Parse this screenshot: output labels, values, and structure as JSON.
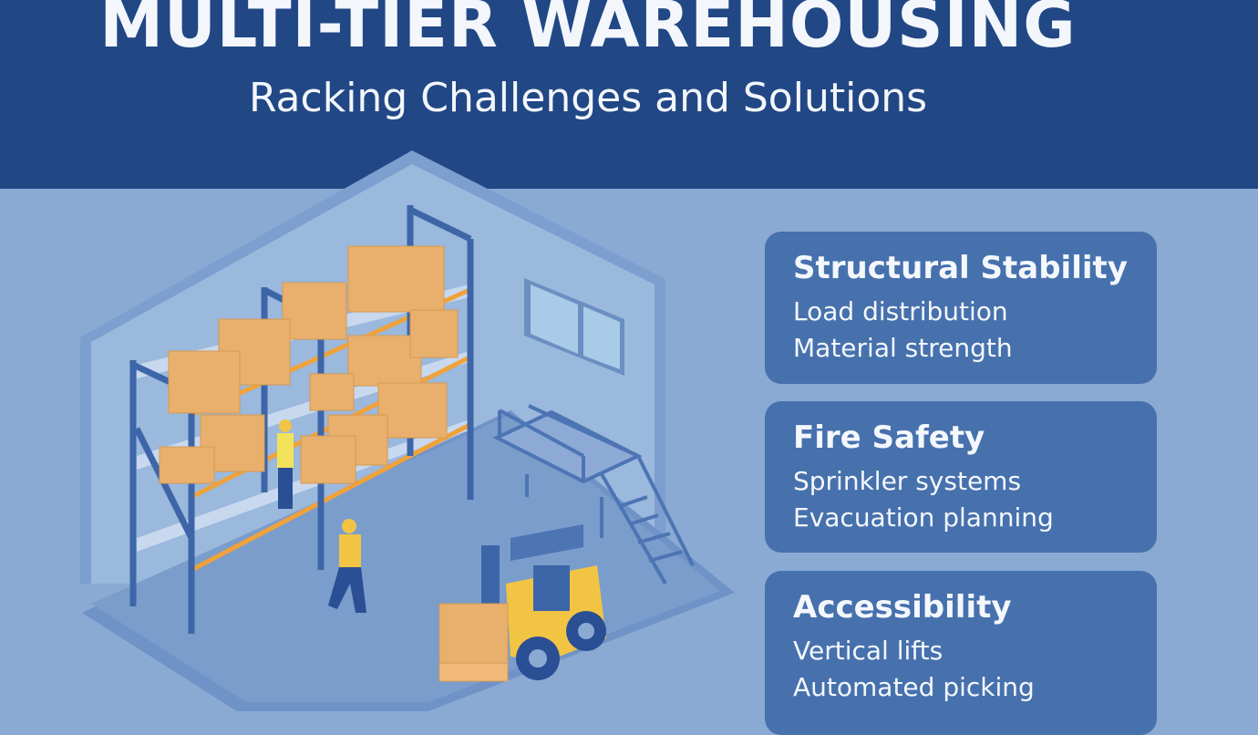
{
  "header": {
    "title": "MULTI-TIER WAREHOUSING",
    "subtitle": "Racking Challenges and Solutions"
  },
  "colors": {
    "header_bg": "#214785",
    "page_bg": "#8aaad4",
    "card_bg": "#4671ad",
    "rack_blue": "#3d66a8",
    "shelf_orange": "#f0a23a",
    "box_tan": "#e8b06c",
    "forklift_yellow": "#f2c444",
    "text_white": "#f3f6fb"
  },
  "illustration": {
    "description": "Isometric warehouse with multi-tier racking, boxes, workers, mezzanine with stairs, and forklift",
    "elements": [
      "racking-shelves",
      "cardboard-boxes",
      "worker-on-rack",
      "worker-walking",
      "mezzanine-stairs",
      "window",
      "forklift"
    ]
  },
  "cards": [
    {
      "title": "Structural Stability",
      "items": [
        "Load distribution",
        "Material strength"
      ]
    },
    {
      "title": "Fire Safety",
      "items": [
        "Sprinkler systems",
        "Evacuation planning"
      ]
    },
    {
      "title": "Accessibility",
      "items": [
        "Vertical lifts",
        "Automated picking"
      ]
    }
  ]
}
